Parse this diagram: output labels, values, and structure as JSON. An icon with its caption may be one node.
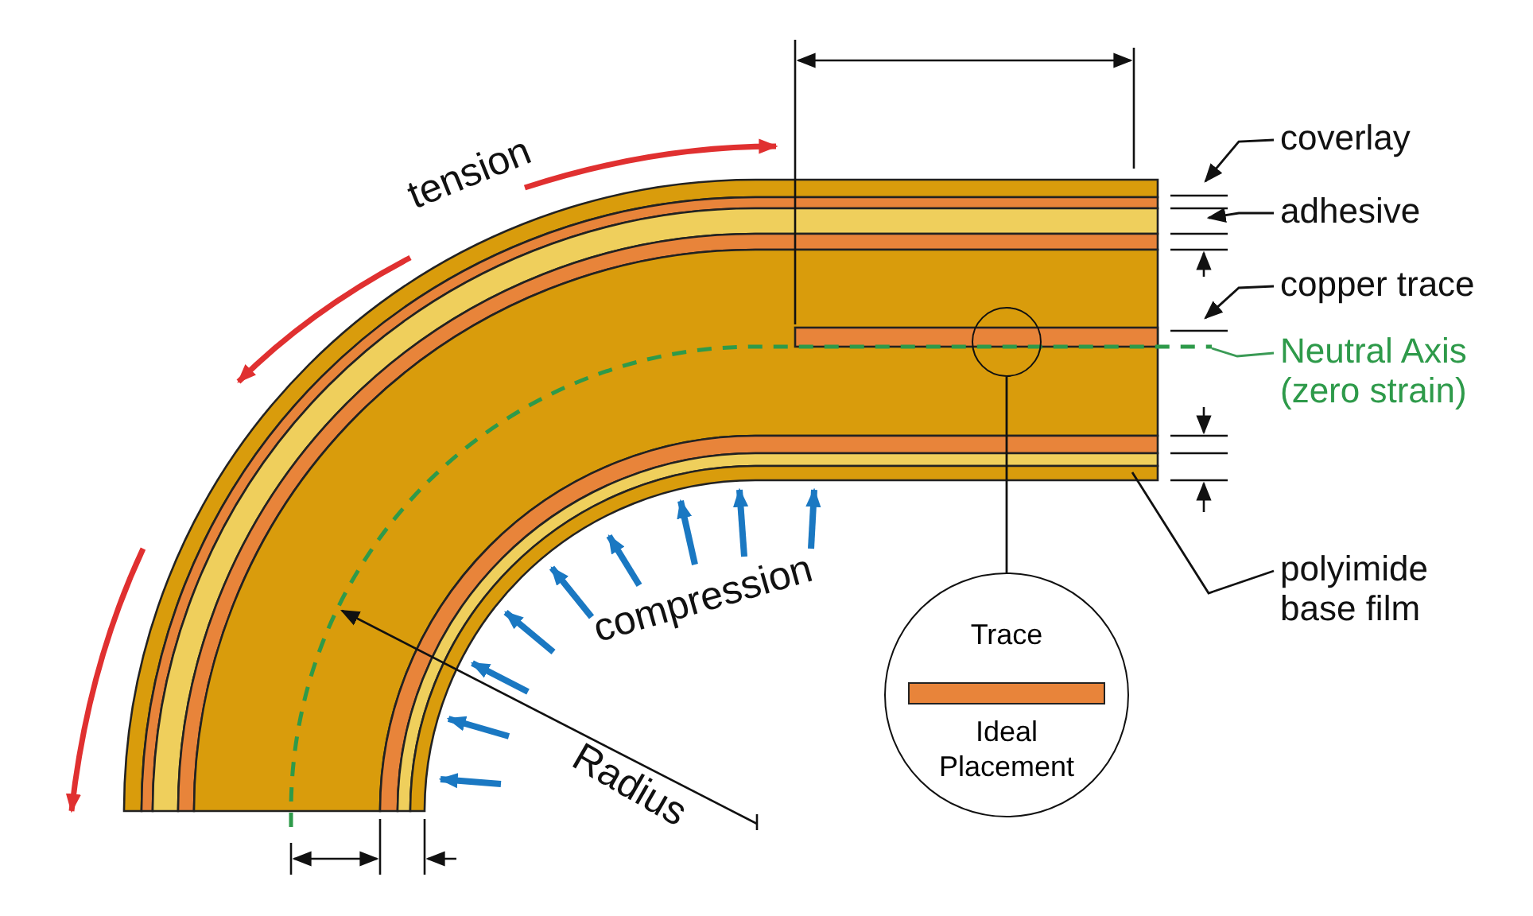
{
  "diagram": {
    "nodes": [
      {
        "text": [
          "coverlay"
        ]
      },
      {
        "text": [
          "adhesive"
        ]
      },
      {
        "text": [
          "copper trace"
        ]
      },
      {
        "text": [
          "Neutral Axis (zero strain)"
        ]
      },
      {
        "text": [
          "polyimide base film"
        ]
      },
      {
        "text": [],
        "shape": "circle"
      },
      {
        "text": [
          "Trace",
          "Ideal Placement"
        ]
      },
      {
        "text": [],
        "shape": "bar",
        "in": 6
      }
    ],
    "edges": [
      {
        "from": 0,
        "to": null,
        "arrow": "to"
      },
      {
        "from": 1,
        "to": null,
        "arrow": "to"
      },
      {
        "from": 2,
        "to": null,
        "arrow": "to"
      },
      {
        "from": 3,
        "to": null,
        "arrow": "none",
        "color": "#3a9a55"
      },
      {
        "from": 4,
        "to": null,
        "arrow": "none"
      },
      {
        "from": 5,
        "to": 6,
        "arrow": "none"
      }
    ],
    "labels": [
      "tension",
      "compression",
      "Radius"
    ]
  }
}
